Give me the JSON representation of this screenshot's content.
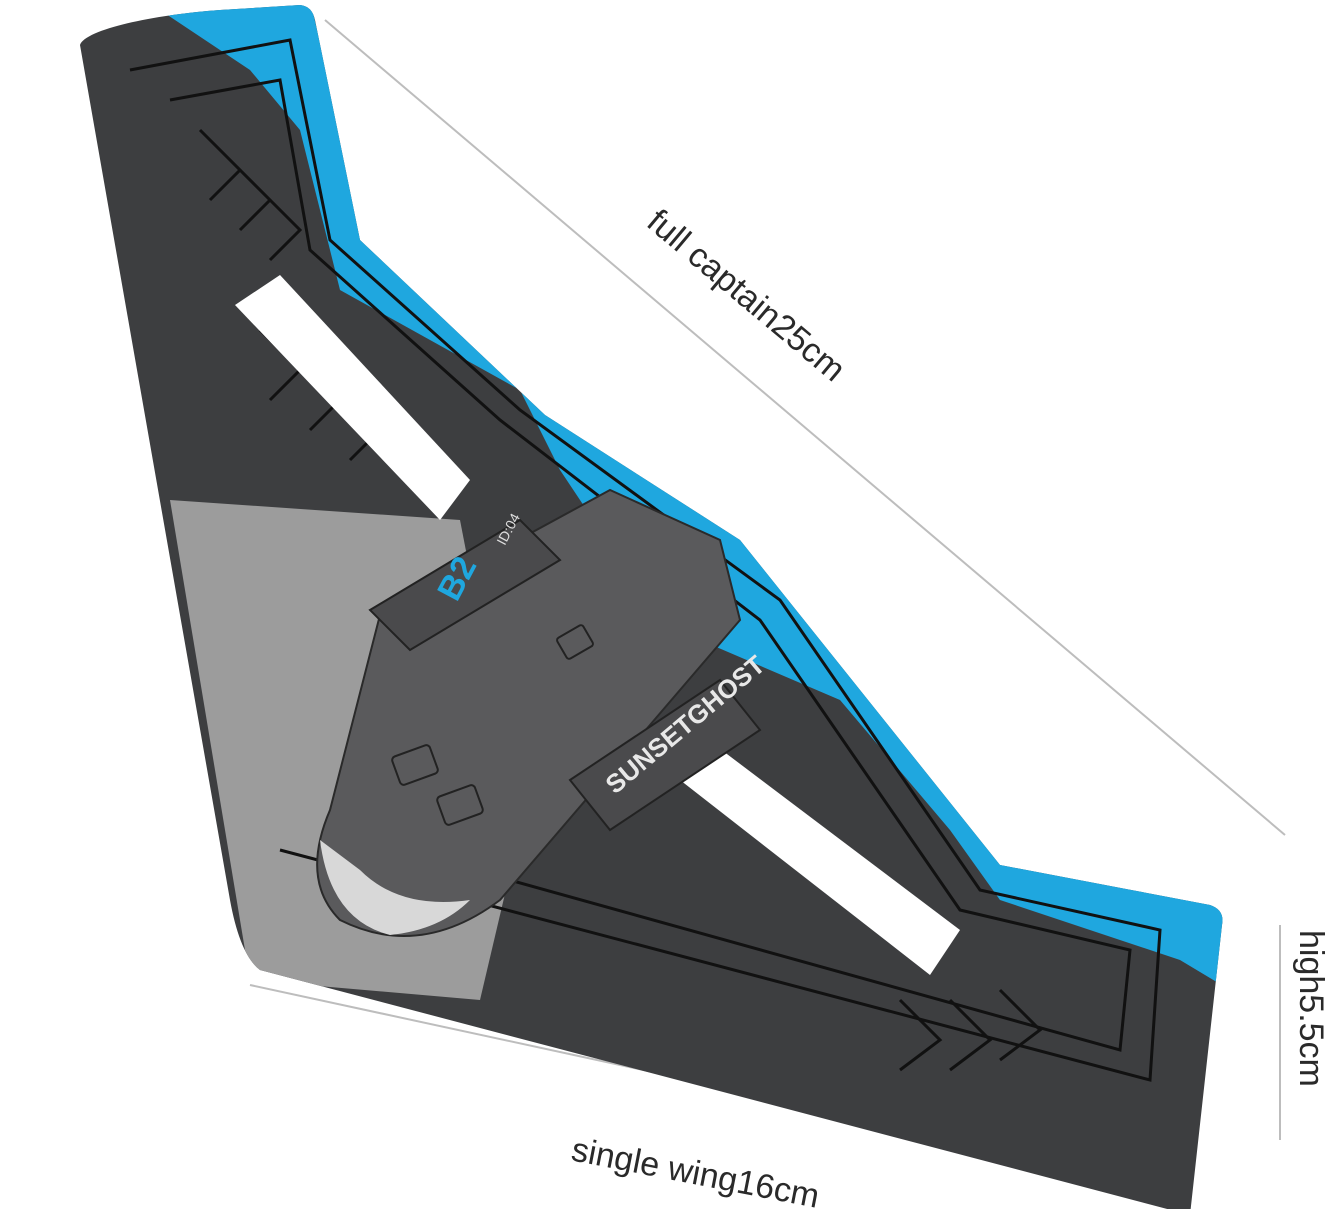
{
  "dimensions": {
    "span_label": "full captain25cm",
    "height_label": "high5.5cm",
    "wing_label": "single wing16cm"
  },
  "decals": {
    "model_name": "SUNSETGHOST",
    "small_code": "ID:04",
    "badge": "B2"
  },
  "colors": {
    "wing_gray": "#3d3e40",
    "light_gray": "#9c9c9c",
    "accent_blue": "#1fa7df",
    "line_black": "#111111",
    "dimension_line": "#bdbdbd"
  }
}
